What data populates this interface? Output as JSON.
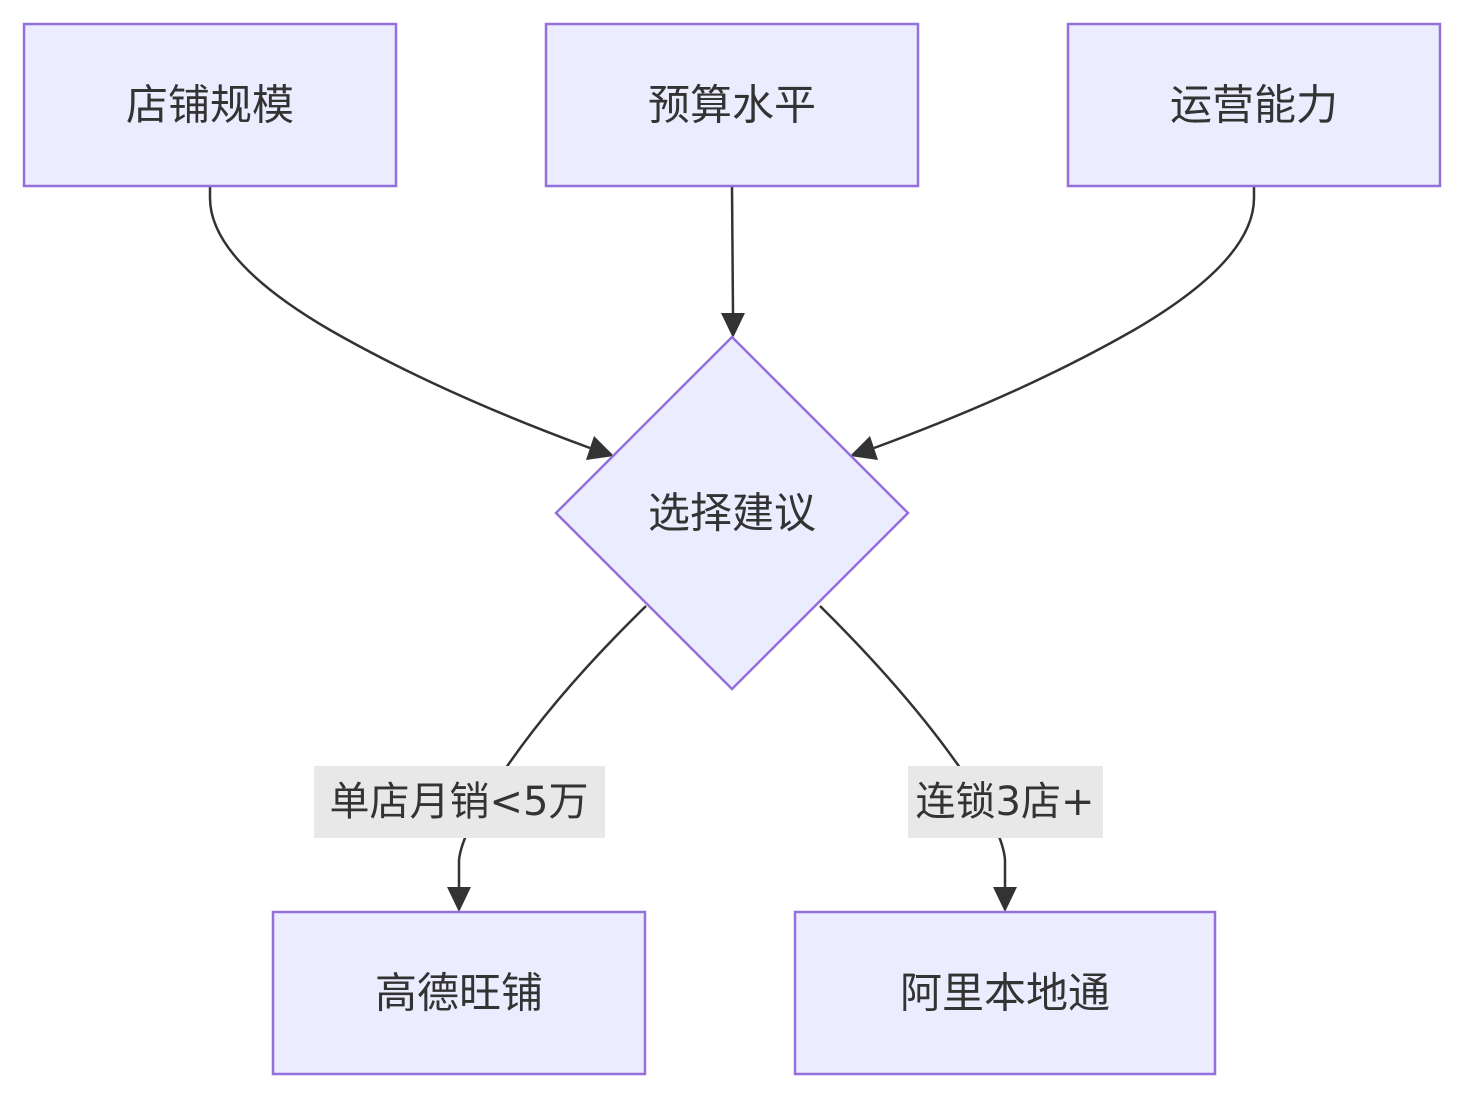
{
  "nodes": {
    "store_scale": "店铺规模",
    "budget_level": "预算水平",
    "ops_capability": "运营能力",
    "decision": "选择建议",
    "gaode_wangpu": "高德旺铺",
    "ali_bendi": "阿里本地通"
  },
  "edges": {
    "single_store_label": "单店月销<5万",
    "chain_label": "连锁3店+"
  },
  "colors": {
    "node_fill": "#ECECFF",
    "node_stroke": "#9370DB",
    "edge": "#333333",
    "edge_label_bg": "#E8E8E8",
    "text": "#333333"
  }
}
